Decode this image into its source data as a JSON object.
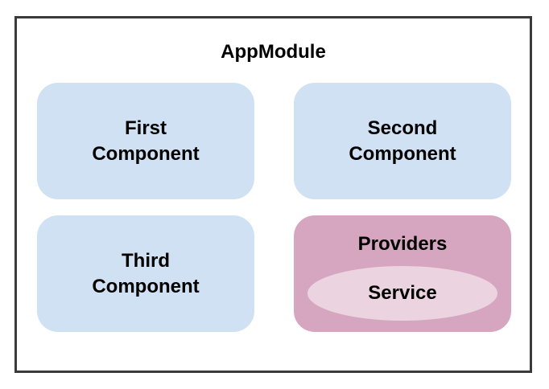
{
  "module": {
    "title": "AppModule"
  },
  "components": [
    {
      "line1": "First",
      "line2": "Component"
    },
    {
      "line1": "Second",
      "line2": "Component"
    },
    {
      "line1": "Third",
      "line2": "Component"
    }
  ],
  "providers": {
    "title": "Providers",
    "service": "Service"
  },
  "colors": {
    "border": "#3a3a3a",
    "component_fill": "#cfe1f2",
    "providers_fill": "#d6a6c0",
    "service_fill": "#ecd3e0"
  }
}
